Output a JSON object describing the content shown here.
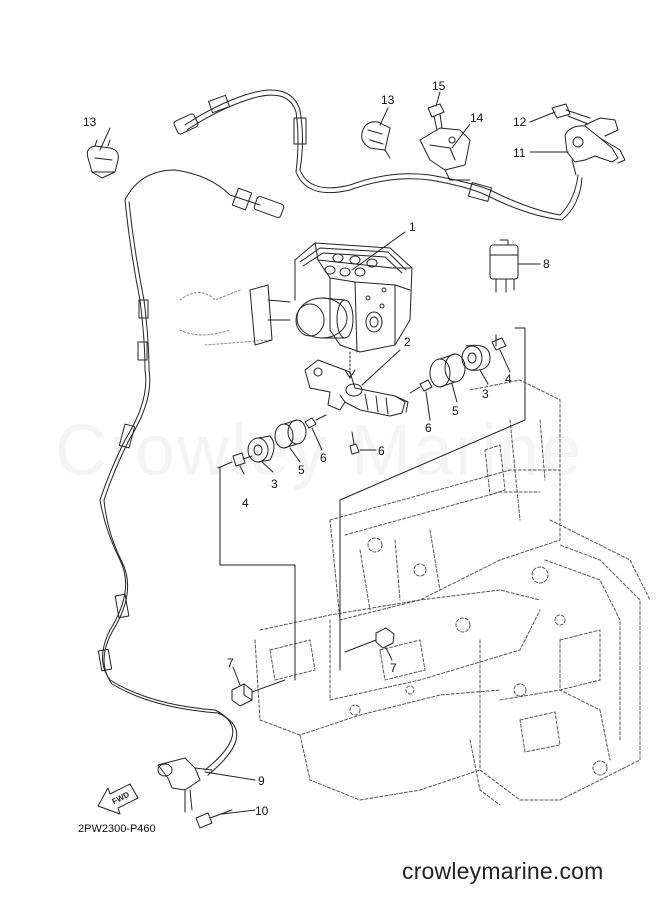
{
  "callouts": {
    "c1": "1",
    "c2": "2",
    "c3a": "3",
    "c3b": "3",
    "c4a": "4",
    "c4b": "4",
    "c5a": "5",
    "c5b": "5",
    "c6a": "6",
    "c6b": "6",
    "c6c": "6",
    "c7a": "7",
    "c7b": "7",
    "c8": "8",
    "c9": "9",
    "c10": "10",
    "c11": "11",
    "c12": "12",
    "c13a": "13",
    "c13b": "13",
    "c14": "14",
    "c15": "15"
  },
  "fwd_label": "FWD",
  "diagram_code": "2PW2300-P460",
  "watermark": "Crowley Marine",
  "site": "crowleymarine.com"
}
